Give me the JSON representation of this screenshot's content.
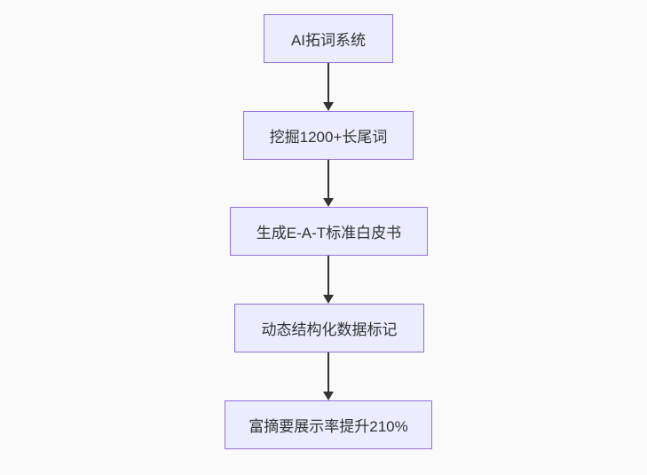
{
  "diagram": {
    "type": "flowchart",
    "direction": "top-down",
    "nodes": [
      {
        "id": "A",
        "label": "AI拓词系统"
      },
      {
        "id": "B",
        "label": "挖掘1200+长尾词"
      },
      {
        "id": "C",
        "label": "生成E-A-T标准白皮书"
      },
      {
        "id": "D",
        "label": "动态结构化数据标记"
      },
      {
        "id": "E",
        "label": "富摘要展示率提升210%"
      }
    ],
    "edges": [
      {
        "from": "A",
        "to": "B"
      },
      {
        "from": "B",
        "to": "C"
      },
      {
        "from": "C",
        "to": "D"
      },
      {
        "from": "D",
        "to": "E"
      }
    ],
    "colors": {
      "background": "#fafafa",
      "node_fill": "#ECECFF",
      "node_border": "#9370DB",
      "text": "#333333",
      "arrow": "#333333"
    }
  }
}
